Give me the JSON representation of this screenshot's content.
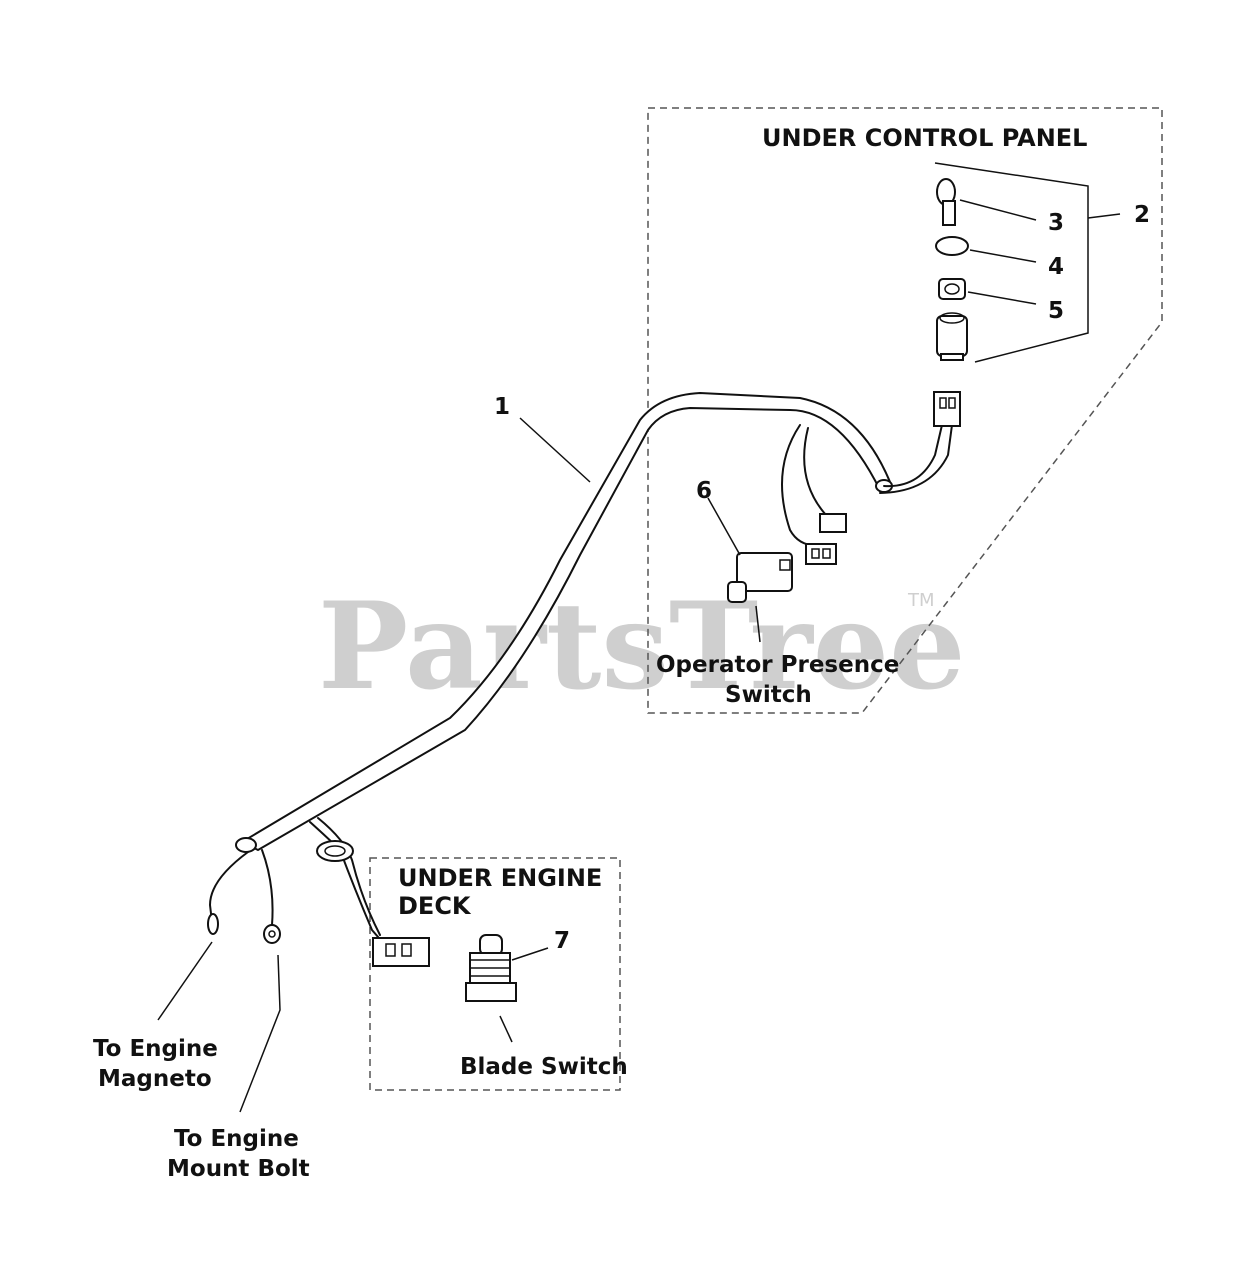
{
  "watermark": {
    "text": "PartsTree",
    "trademark": "TM"
  },
  "regions": {
    "control_panel": {
      "title": "UNDER CONTROL PANEL"
    },
    "engine_deck": {
      "title_line1": "UNDER ENGINE",
      "title_line2": "DECK"
    }
  },
  "callouts": {
    "c1": "1",
    "c2": "2",
    "c3": "3",
    "c4": "4",
    "c5": "5",
    "c6": "6",
    "c7": "7"
  },
  "captions": {
    "operator_switch_line1": "Operator Presence",
    "operator_switch_line2": "Switch",
    "blade_switch": "Blade Switch",
    "magneto_line1": "To Engine",
    "magneto_line2": "Magneto",
    "mount_bolt_line1": "To Engine",
    "mount_bolt_line2": "Mount Bolt"
  },
  "colors": {
    "ink": "#111111",
    "watermark": "#cfcfcf",
    "region_border": "#555555"
  }
}
